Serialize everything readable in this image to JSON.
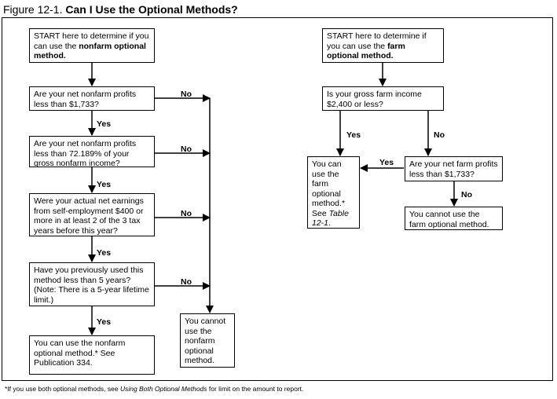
{
  "figure": {
    "number": "Figure 12-1.",
    "title": "Can I Use the Optional Methods?"
  },
  "nonfarm": {
    "start_text": "START here to determine if you can use the ",
    "start_bold": "nonfarm optional method.",
    "q1": "Are your net nonfarm profits less than $1,733?",
    "q2": "Are your net nonfarm profits less than 72.189% of your gross nonfarm income?",
    "q3": "Were your actual net earnings from self-employment $400 or more in at least 2 of the 3 tax years before this year?",
    "q4": "Have you previously used this method less than 5 years? (Note: There is a 5-year lifetime limit.)",
    "yes_result": "You can use the nonfarm optional method.* See Publication 334.",
    "no_result": "You cannot use the nonfarm optional method."
  },
  "farm": {
    "start_text": "START here to determine if you can use the ",
    "start_bold": "farm optional method.",
    "q1": "Is your gross farm income $2,400 or less?",
    "q2": "Are your net farm profits less than $1,733?",
    "yes_result_text": "You can use the farm optional method.* See ",
    "yes_result_ref": "Table 12-1",
    "yes_result_end": ".",
    "no_result": "You cannot use the farm optional method."
  },
  "labels": {
    "yes": "Yes",
    "no": "No"
  },
  "footnote": {
    "before": "*If you use both optional methods, see ",
    "ref": "Using Both Optional Methods",
    "after": " for limit on the amount to report."
  }
}
